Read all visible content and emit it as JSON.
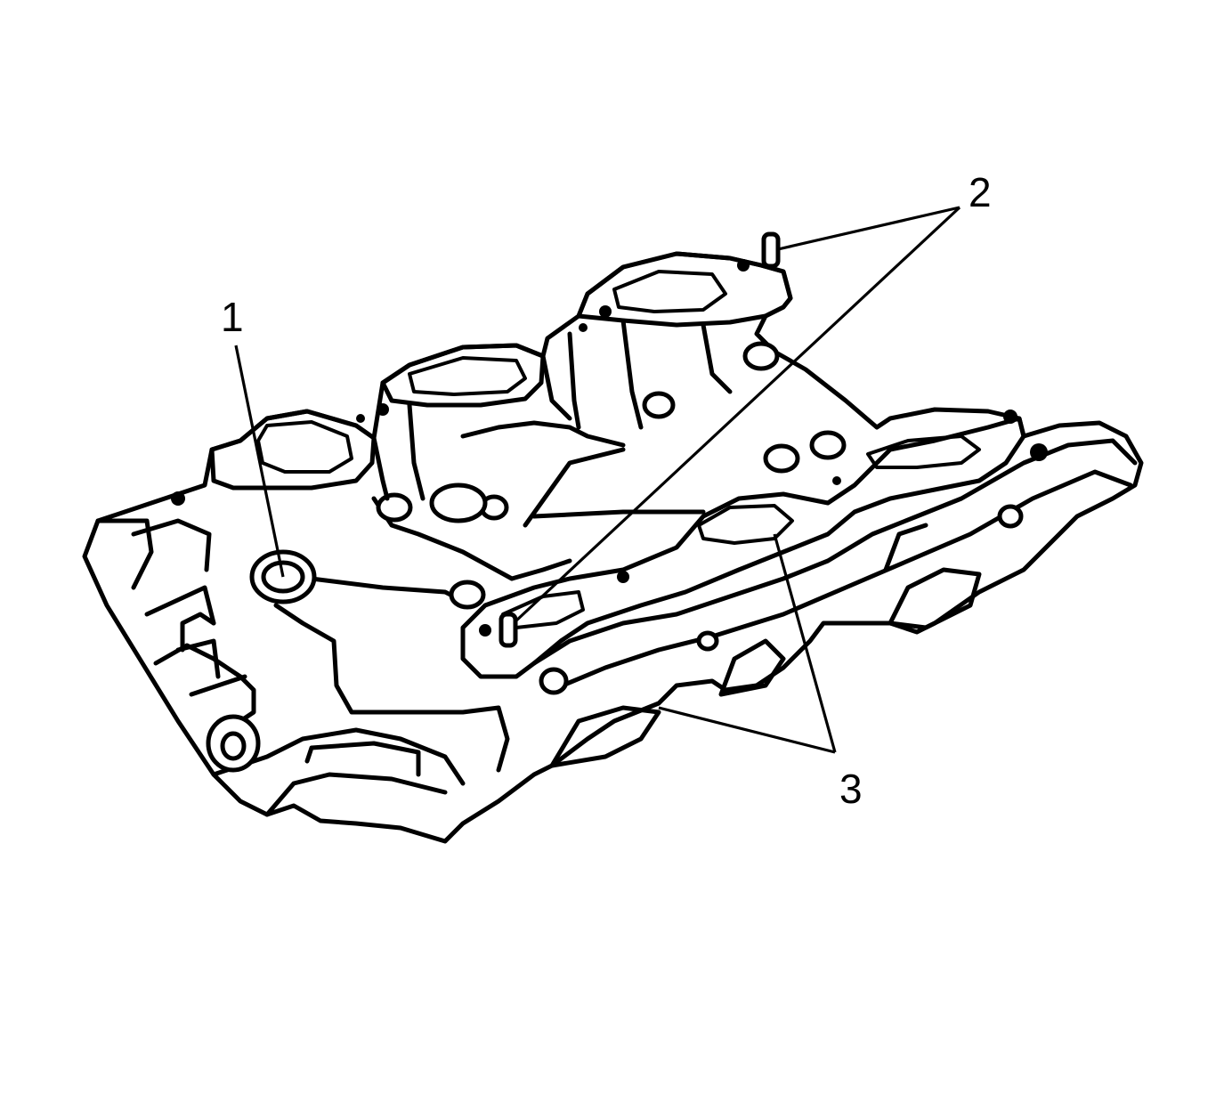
{
  "figure": {
    "subject": "intake-manifest-lower-view",
    "callouts": [
      {
        "id": "c1",
        "label": "1"
      },
      {
        "id": "c2",
        "label": "2"
      },
      {
        "id": "c3",
        "label": "3"
      }
    ]
  }
}
